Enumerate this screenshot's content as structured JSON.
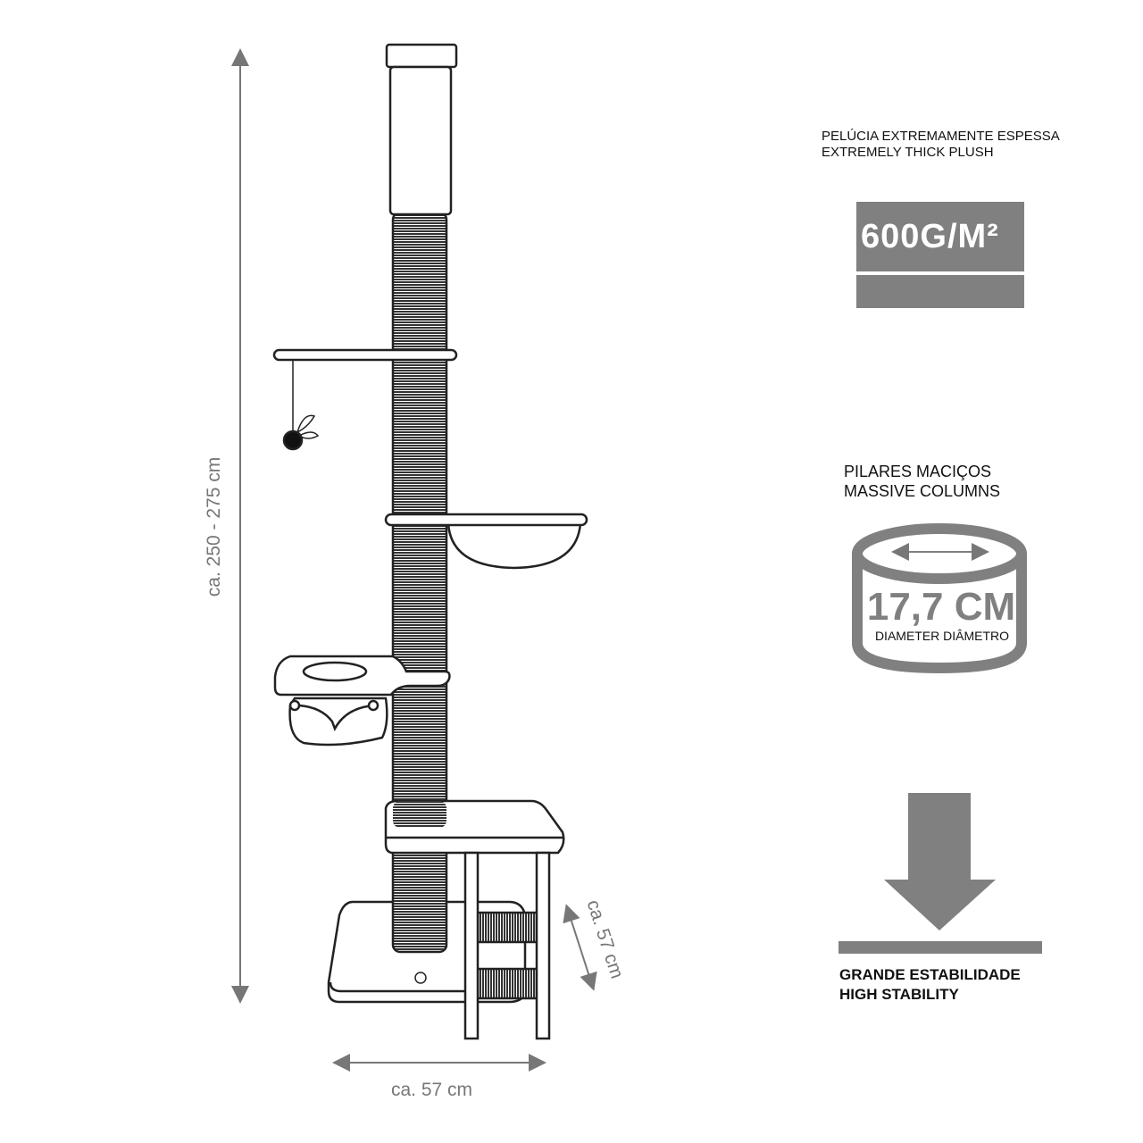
{
  "dimensions": {
    "height": "ca. 250 - 275 cm",
    "width": "ca. 57 cm",
    "depth": "ca. 57 cm"
  },
  "features": {
    "plush": {
      "line1": "PELÚCIA EXTREMAMENTE ESPESSA",
      "line2": "EXTREMELY THICK PLUSH",
      "badge": "600G/M²"
    },
    "columns": {
      "line1": "PILARES MACIÇOS",
      "line2": "MASSIVE COLUMNS",
      "value": "17,7 CM",
      "caption": "DIAMETER DIÂMETRO"
    },
    "stability": {
      "line1": "GRANDE ESTABILIDADE",
      "line2": "HIGH STABILITY"
    }
  },
  "colors": {
    "icon_gray": "#808080",
    "dim_gray": "#777777",
    "line": "#222222"
  }
}
